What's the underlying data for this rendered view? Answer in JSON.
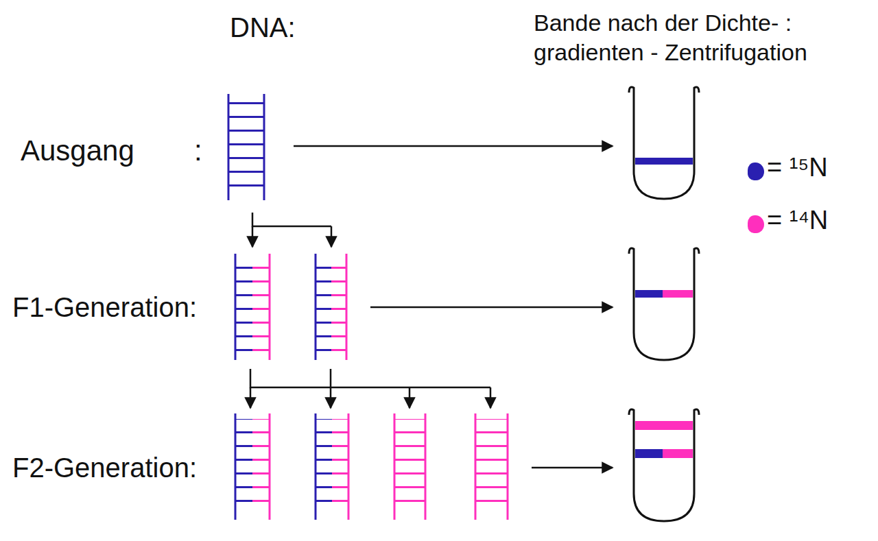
{
  "diagram": {
    "labels": [
      "DNA:",
      "Bande nach der Dichte- : gradienten - Zentrifugation",
      "Ausgang",
      ":",
      "F1-Generation:",
      "F2-Generation:"
    ],
    "legend": [
      {
        "text": "= ¹⁵N",
        "color": "#2a1fb0"
      },
      {
        "text": "= ¹⁴N",
        "color": "#ff2fbd"
      }
    ]
  }
}
